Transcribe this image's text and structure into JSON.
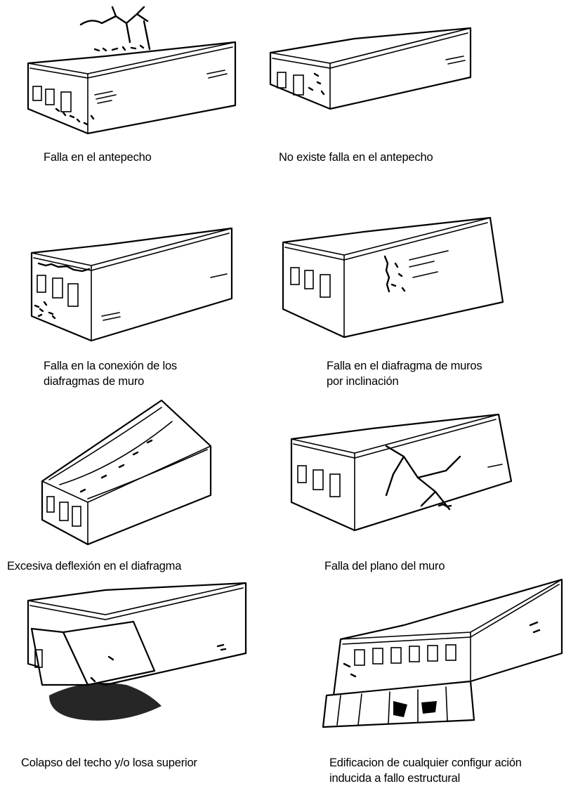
{
  "panels": [
    {
      "id": "p1",
      "caption": "Falla en el antepecho"
    },
    {
      "id": "p2",
      "caption": "No existe falla en el antepecho"
    },
    {
      "id": "p3",
      "caption": "Falla en la conexión de los\ndiafragmas de muro"
    },
    {
      "id": "p4",
      "caption": "Falla en el diafragma de muros\npor inclinación"
    },
    {
      "id": "p5",
      "caption": "Excesiva deflexión en el diafragma"
    },
    {
      "id": "p6",
      "caption": "Falla del plano del muro"
    },
    {
      "id": "p7",
      "caption": "Colapso del techo y/o losa superior"
    },
    {
      "id": "p8",
      "caption": "Edificacion de cualquier configur ación\ninducida a fallo estructural"
    }
  ]
}
